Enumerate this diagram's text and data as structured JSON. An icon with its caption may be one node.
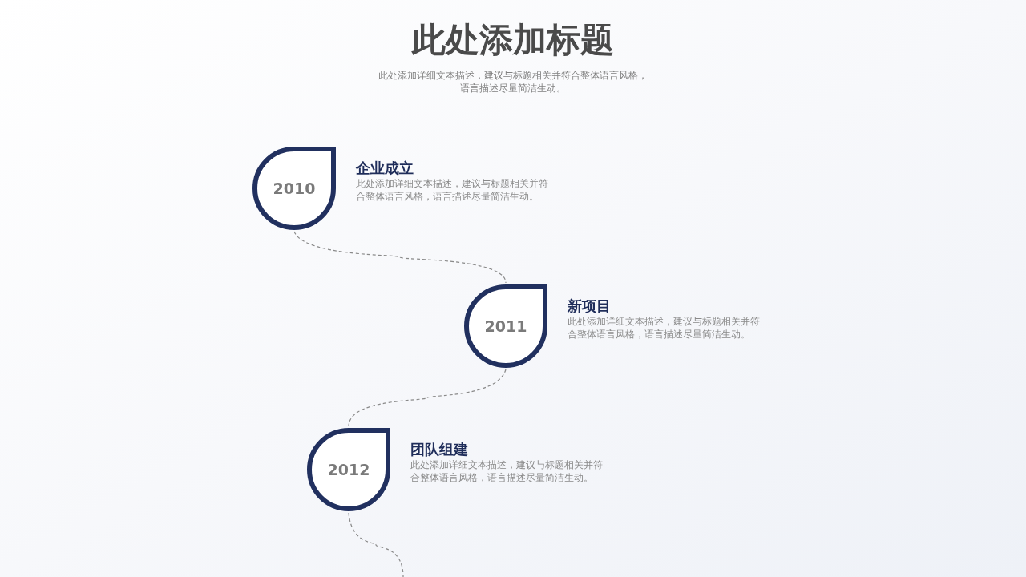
{
  "diagram": {
    "title": "此处添加标题",
    "nodes": [
      {
        "text": [
          "2010"
        ],
        "beside": [
          "企业成立",
          "此处添加详细文本描述，建议与标题相关并符合整体语言风格，语言描述尽量简洁生动。"
        ]
      },
      {
        "text": [
          "2011"
        ],
        "beside": [
          "新项目",
          "此处添加详细文本描述，建议与标题相关并符合整体语言风格，语言描述尽量简洁生动。"
        ]
      },
      {
        "text": [
          "2012"
        ],
        "beside": [
          "团队组建",
          "此处添加详细文本描述，建议与标题相关并符合整体语言风格，语言描述尽量简洁生动。"
        ]
      }
    ],
    "edges": [
      {
        "from": 0,
        "to": 1,
        "arrow": "none",
        "style": "dashed"
      },
      {
        "from": 1,
        "to": 2,
        "arrow": "none",
        "style": "dashed"
      },
      {
        "from": 2,
        "to": null,
        "arrow": "none",
        "style": "dashed"
      }
    ],
    "labels": [
      "此处添加详细文本描述，建议与标题相关并符合整体语言风格，语言描述尽量简洁生动。"
    ]
  }
}
